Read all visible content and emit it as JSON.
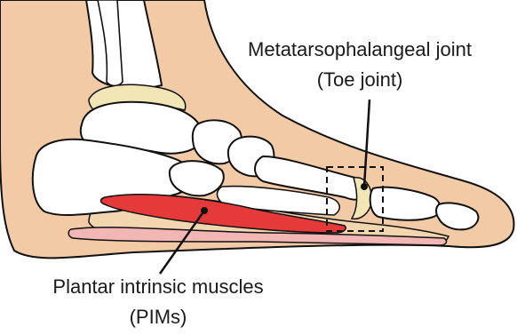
{
  "labels": {
    "mtp_joint": {
      "line1": "Metatarsophalangeal joint",
      "line2": "(Toe joint)"
    },
    "pims": {
      "line1": "Plantar intrinsic muscles",
      "line2": "(PIMs)"
    }
  },
  "colors": {
    "skin": "#f3caa6",
    "bone": "#ffffff",
    "bone_outline": "#111111",
    "cartilage": "#f3e6b6",
    "fat_pad": "#f2d6b0",
    "plantar_fascia": "#f2b7b5",
    "muscle": "#e63a3a"
  }
}
